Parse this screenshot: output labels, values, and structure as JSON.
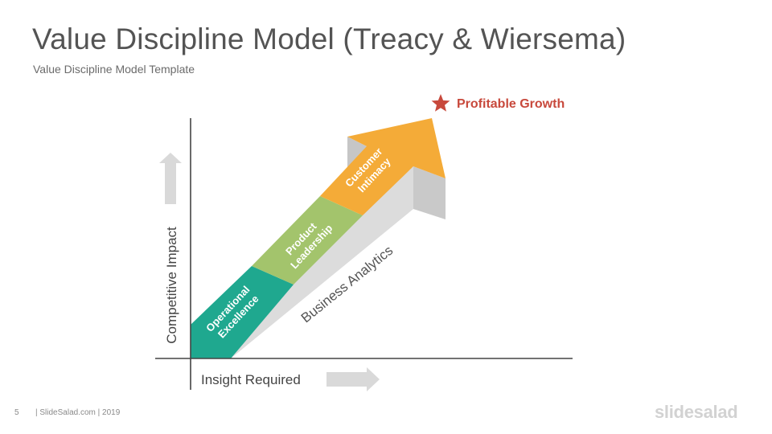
{
  "slide": {
    "title": "Value Discipline Model (Treacy & Wiersema)",
    "subtitle": "Value Discipline Model Template"
  },
  "diagram": {
    "y_axis_label": "Competitive Impact",
    "x_axis_label": "Insight Required",
    "base_label": "Business Analytics",
    "goal_label": "Profitable Growth",
    "segments": [
      {
        "line1": "Operational",
        "line2": "Excellence",
        "color": "#1fa88f"
      },
      {
        "line1": "Product",
        "line2": "Leadership",
        "color": "#a3c46c"
      },
      {
        "line1": "Customer",
        "line2": "Intimacy",
        "color": "#f4ab38"
      }
    ],
    "colors": {
      "goal": "#c8493c",
      "axis": "#444444",
      "shadow_light": "#dcdcdc",
      "shadow_dark": "#c6c6c6",
      "hint_arrow": "#d9d9d9"
    }
  },
  "footer": {
    "page_number": "5",
    "text": "| SlideSalad.com | 2019",
    "brand": "slidesalad"
  }
}
